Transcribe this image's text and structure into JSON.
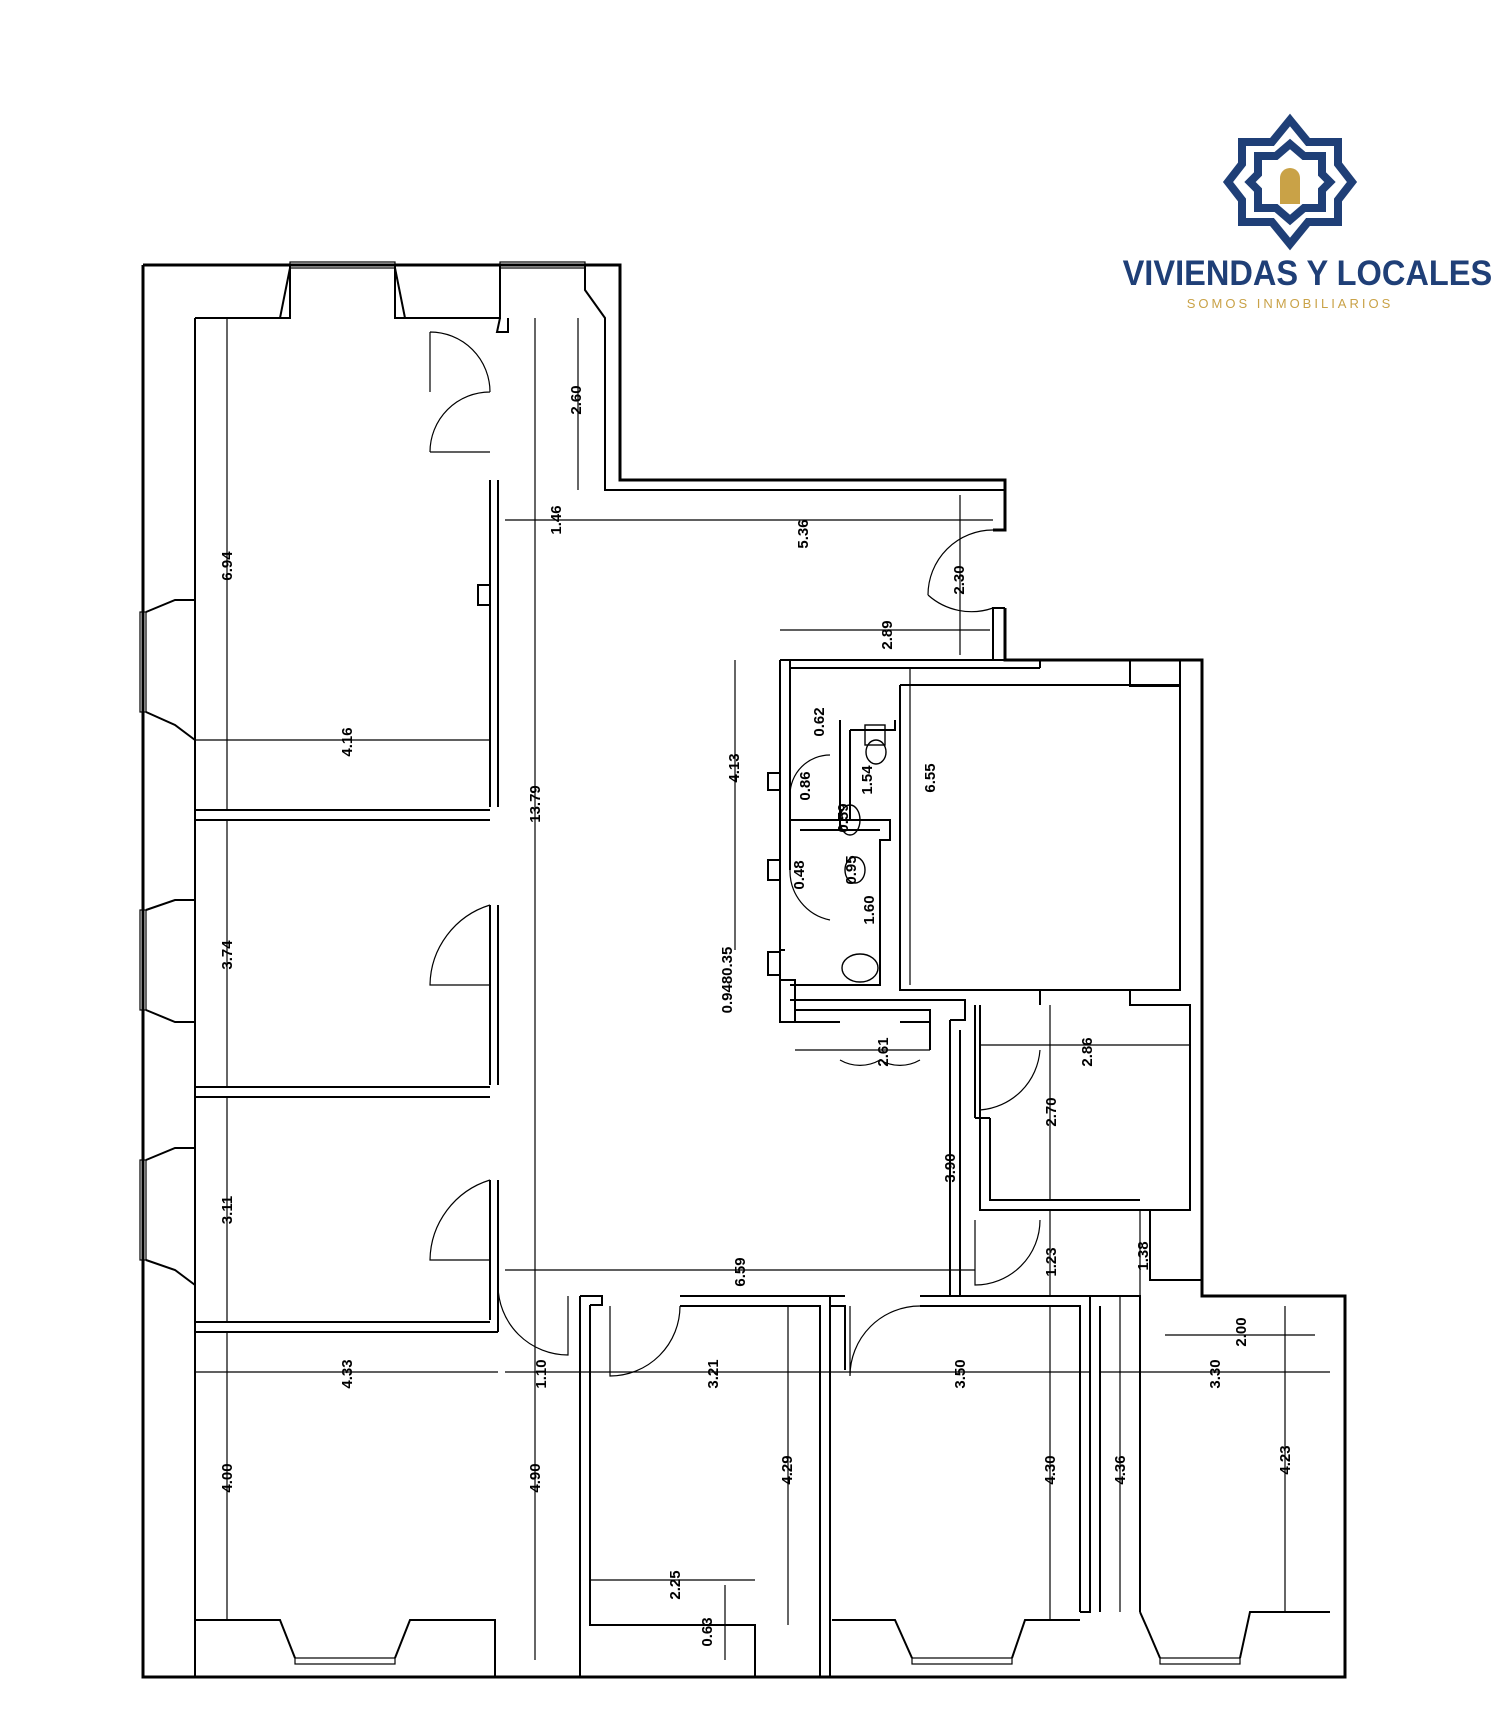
{
  "brand": {
    "name": "VIVIENDAS Y LOCALES",
    "tagline": "SOMOS INMOBILIARIOS",
    "primary_color": "#1f3f77",
    "accent_color": "#c9a247",
    "mark_icon": "star-octagon-house-icon"
  },
  "floorplan": {
    "dimensions": {
      "d_2_60": "2.60",
      "d_1_46": "1.46",
      "d_5_36": "5.36",
      "d_2_30": "2.30",
      "d_6_94": "6.94",
      "d_4_16": "4.16",
      "d_13_79": "13.79",
      "d_2_89": "2.89",
      "d_4_13": "4.13",
      "d_0_62": "0.62",
      "d_0_86": "0.86",
      "d_1_54": "1.54",
      "d_6_55": "6.55",
      "d_0_59a": "0.59",
      "d_0_48": "0.48",
      "d_0_95": "0.95",
      "d_1_60": "1.60",
      "d_0_9480_35": "0.9480.35",
      "d_3_74": "3.74",
      "d_2_61": "2.61",
      "d_2_86": "2.86",
      "d_2_70": "2.70",
      "d_3_90": "3.90",
      "d_3_11": "3.11",
      "d_6_59": "6.59",
      "d_1_23": "1.23",
      "d_1_38": "1.38",
      "d_2_00": "2.00",
      "d_4_33": "4.33",
      "d_1_10": "1.10",
      "d_3_21": "3.21",
      "d_3_50": "3.50",
      "d_3_30": "3.30",
      "d_4_00": "4.00",
      "d_4_90": "4.90",
      "d_4_29": "4.29",
      "d_4_30": "4.30",
      "d_4_36": "4.36",
      "d_4_23": "4.23",
      "d_2_25": "2.25",
      "d_0_63": "0.63"
    }
  }
}
